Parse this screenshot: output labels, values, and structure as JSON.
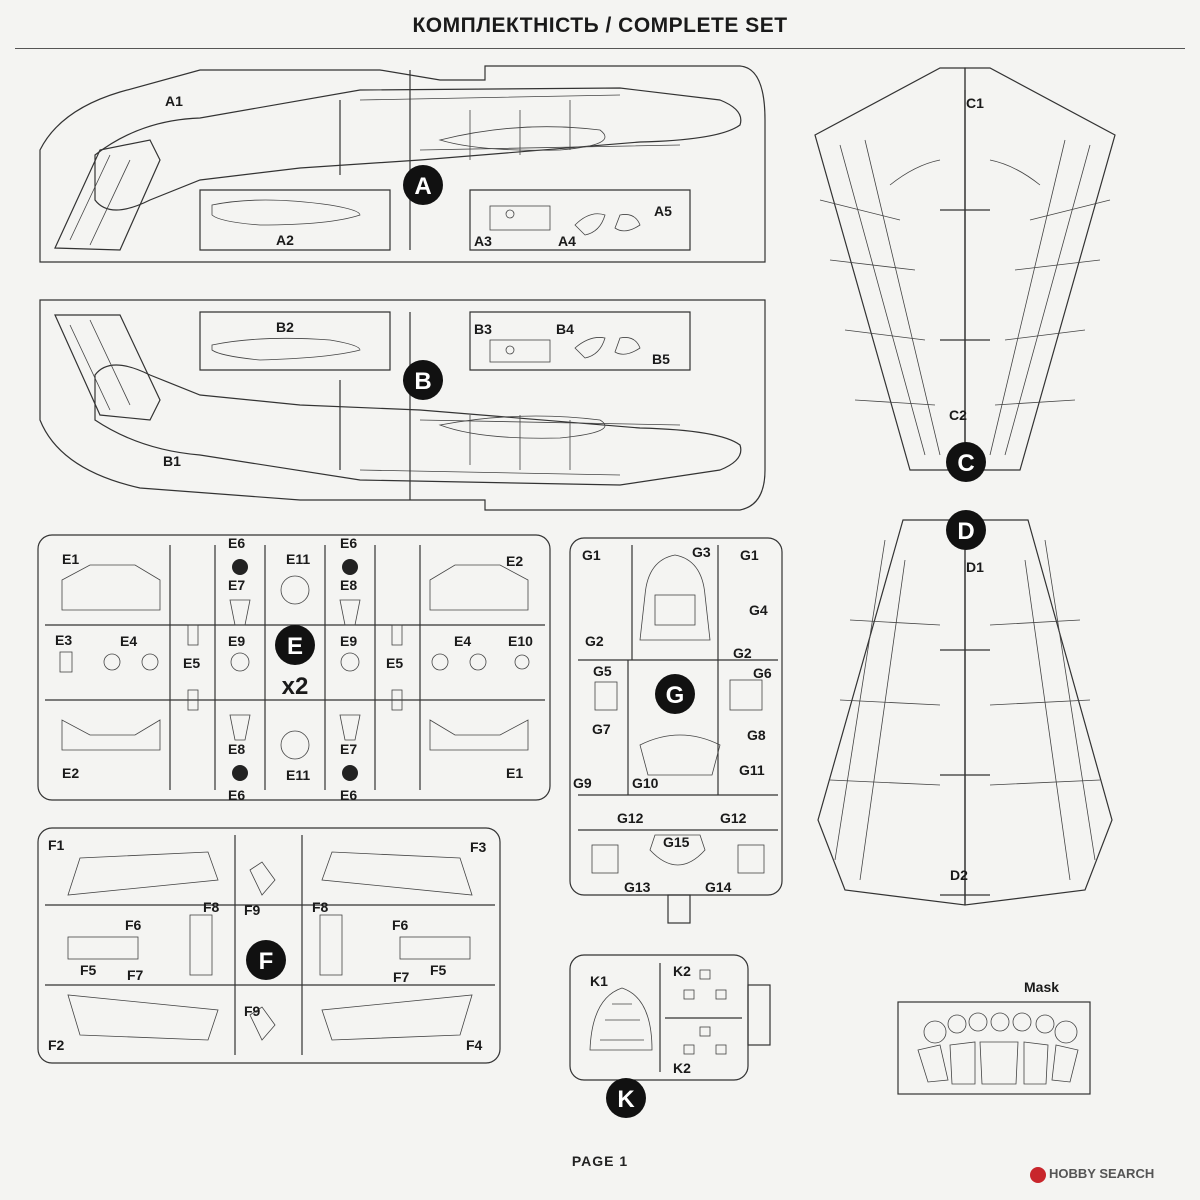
{
  "page": {
    "title": "КОМПЛЕКТНІСТЬ / COMPLETE SET",
    "page_number": "PAGE 1",
    "watermark": "HOBBY SEARCH"
  },
  "sprues": {
    "A": {
      "letter": "A",
      "parts": [
        "A1",
        "A2",
        "A3",
        "A4",
        "A5"
      ]
    },
    "B": {
      "letter": "B",
      "parts": [
        "B1",
        "B2",
        "B3",
        "B4",
        "B5"
      ]
    },
    "C": {
      "letter": "C",
      "parts": [
        "C1",
        "C2"
      ]
    },
    "D": {
      "letter": "D",
      "parts": [
        "D1",
        "D2"
      ]
    },
    "E": {
      "letter": "E",
      "multiplier": "x2",
      "parts": [
        "E1",
        "E2",
        "E3",
        "E4",
        "E5",
        "E6",
        "E7",
        "E8",
        "E9",
        "E10",
        "E11"
      ]
    },
    "F": {
      "letter": "F",
      "parts": [
        "F1",
        "F2",
        "F3",
        "F4",
        "F5",
        "F6",
        "F7",
        "F8",
        "F9"
      ]
    },
    "G": {
      "letter": "G",
      "parts": [
        "G1",
        "G2",
        "G3",
        "G4",
        "G5",
        "G6",
        "G7",
        "G8",
        "G9",
        "G10",
        "G11",
        "G12",
        "G13",
        "G14",
        "G15"
      ]
    },
    "K": {
      "letter": "K",
      "parts": [
        "K1",
        "K2"
      ]
    }
  },
  "mask": {
    "label": "Mask"
  },
  "colors": {
    "ink": "#1a1a1a",
    "paper": "#f4f4f2",
    "badge": "#111111"
  }
}
